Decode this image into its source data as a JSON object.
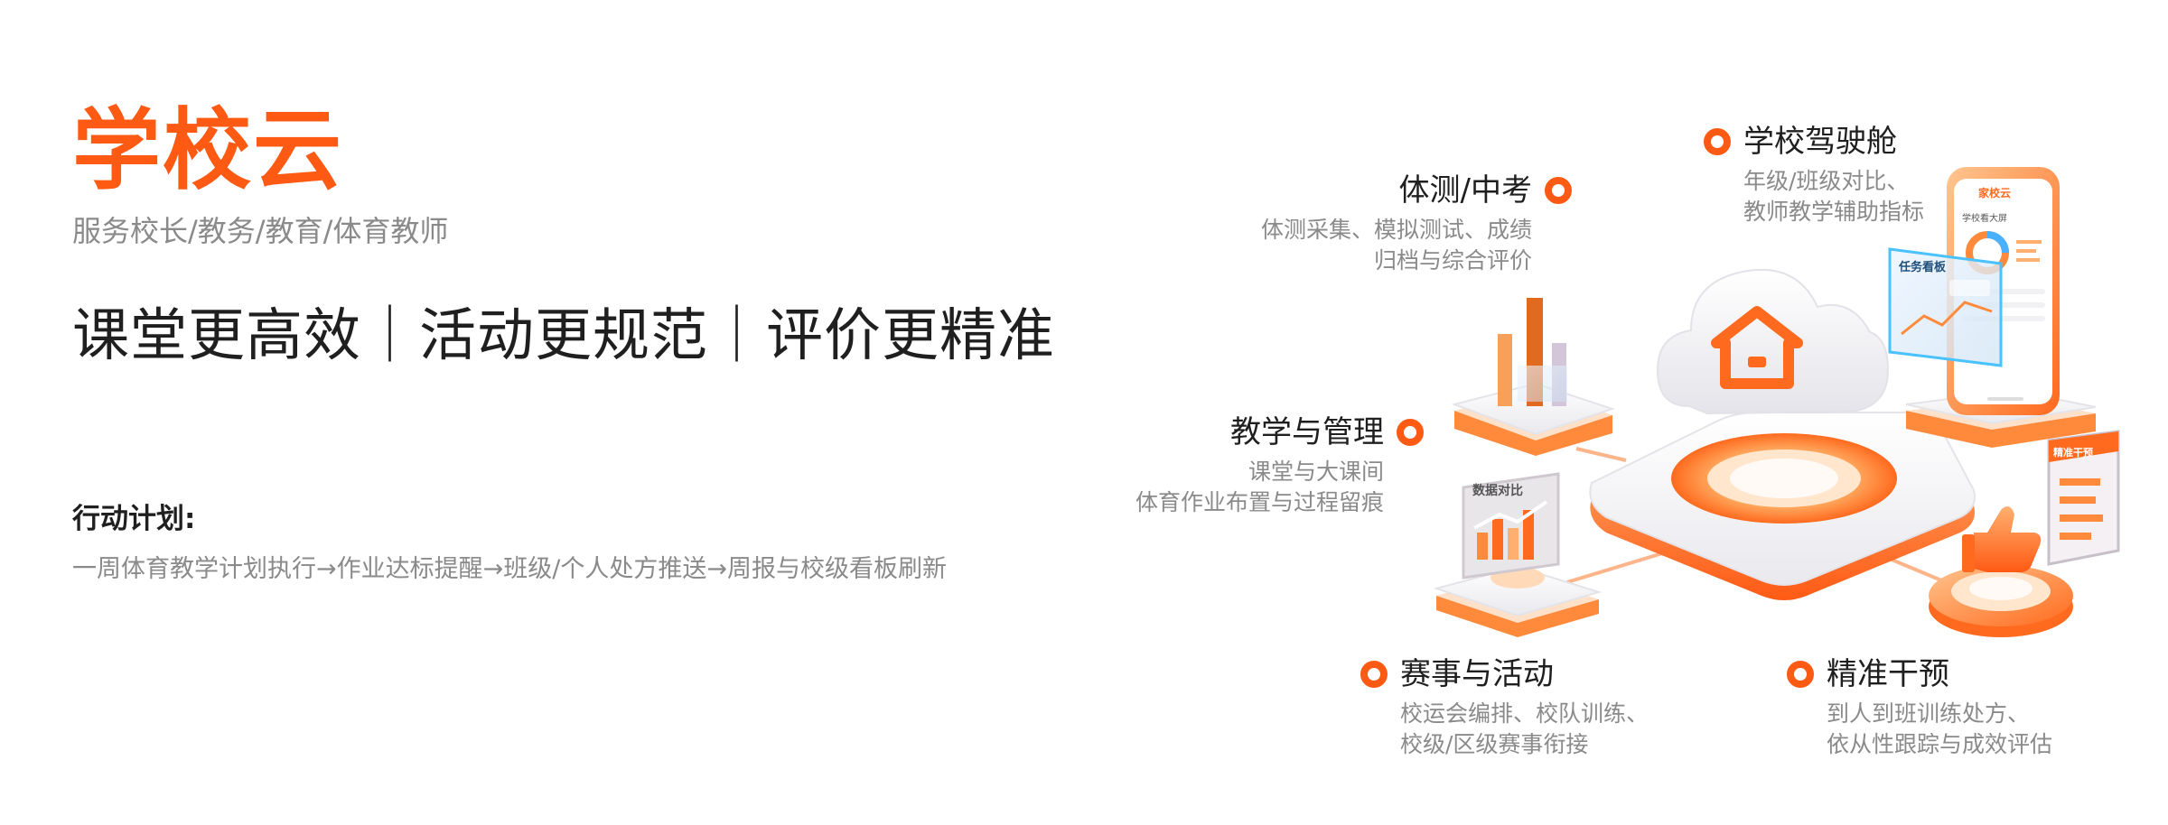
{
  "brand": {
    "title": "学校云",
    "subtitle": "服务校长/教务/教育/体育教师"
  },
  "slogan": "课堂更高效｜活动更规范｜评价更精准",
  "plan": {
    "title": "行动计划:",
    "text": "一周体育教学计划执行→作业达标提醒→班级/个人处方推送→周报与校级看板刷新"
  },
  "features": {
    "cockpit": {
      "title": "学校驾驶舱",
      "desc": [
        "年级/班级对比、",
        "教师教学辅助指标"
      ]
    },
    "pe_exam": {
      "title": "体测/中考",
      "desc": [
        "体测采集、模拟测试、成绩",
        "归档与综合评价"
      ]
    },
    "teaching": {
      "title": "教学与管理",
      "desc": [
        "课堂与大课间",
        "体育作业布置与过程留痕"
      ]
    },
    "events": {
      "title": "赛事与活动",
      "desc": [
        "校运会编排、校队训练、",
        "校级/区级赛事衔接"
      ]
    },
    "intervention": {
      "title": "精准干预",
      "desc": [
        "到人到班训练处方、",
        "依从性跟踪与成效评估"
      ]
    }
  },
  "illustration": {
    "phone_header": "家校云",
    "phone_sub": "学校看大屏",
    "task_card": "任务看板",
    "data_card": "数据对比",
    "list_card": "精准干预",
    "icons": [
      "cloud-school-icon",
      "bar-chart-icon",
      "thumbs-up-icon",
      "phone-icon",
      "calendar-icon"
    ]
  },
  "colors": {
    "accent": "#ff5a14",
    "text_dark": "#1f1f1f",
    "text_gray": "#8a8a8a"
  }
}
